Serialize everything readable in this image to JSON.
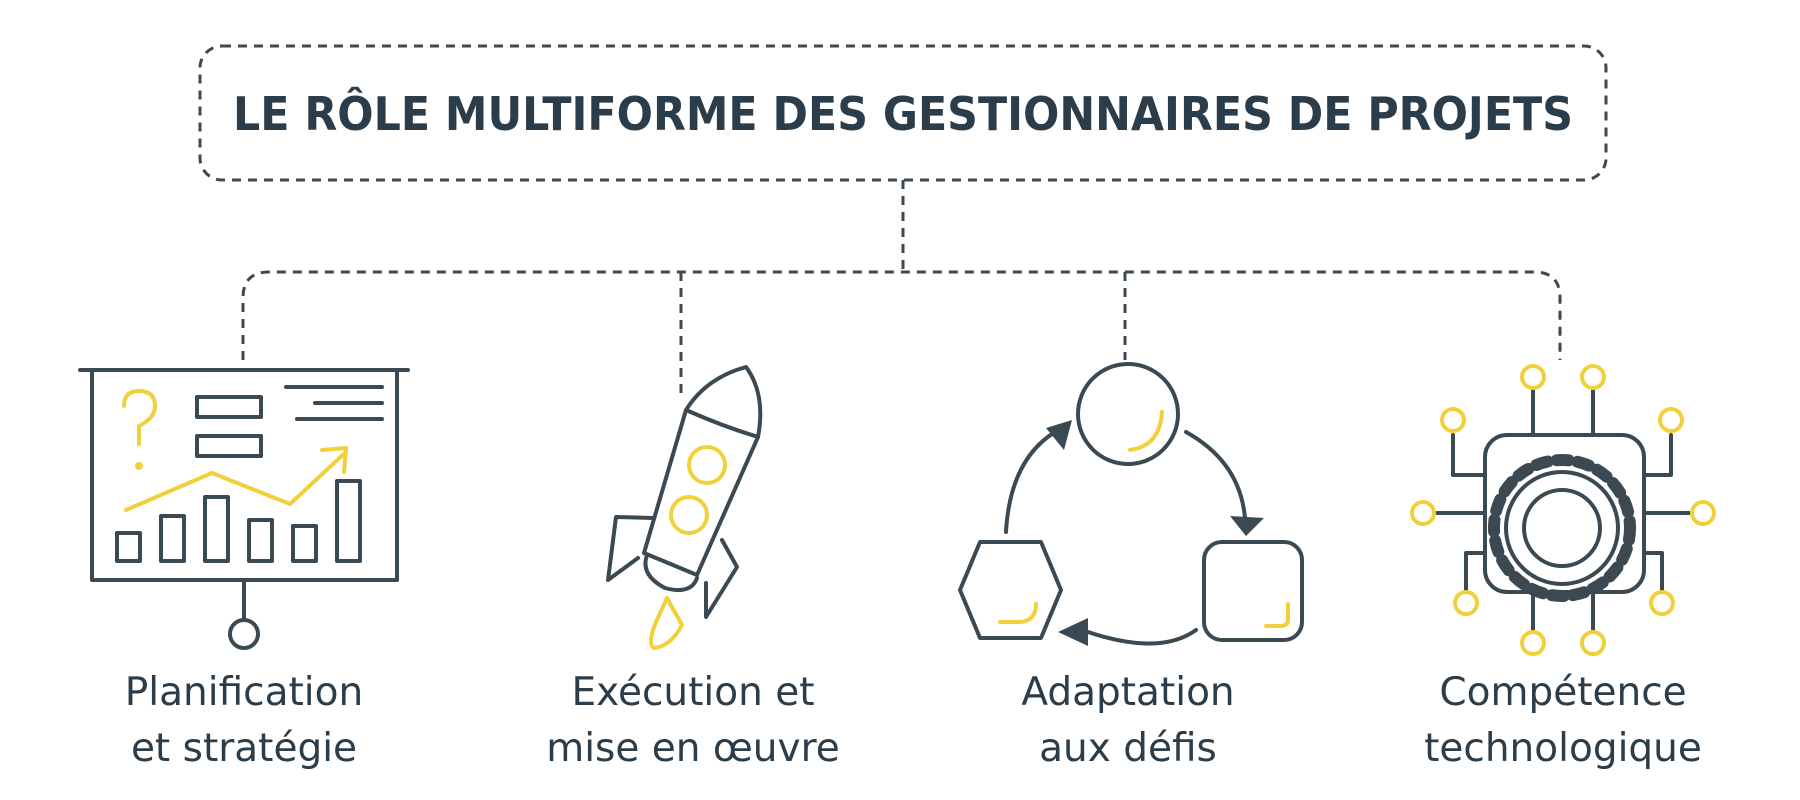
{
  "title": "LE RÔLE MULTIFORME DES GESTIONNAIRES DE PROJETS",
  "colors": {
    "dark": "#3b4953",
    "accent": "#f2d03b"
  },
  "branches": [
    {
      "icon": "presentation-board-icon",
      "line1": "Planification",
      "line2": "et stratégie"
    },
    {
      "icon": "rocket-icon",
      "line1": "Exécution et",
      "line2": "mise en œuvre"
    },
    {
      "icon": "cycle-arrows-icon",
      "line1": "Adaptation",
      "line2": "aux défis"
    },
    {
      "icon": "gear-circuit-icon",
      "line1": "Compétence",
      "line2": "technologique"
    }
  ]
}
